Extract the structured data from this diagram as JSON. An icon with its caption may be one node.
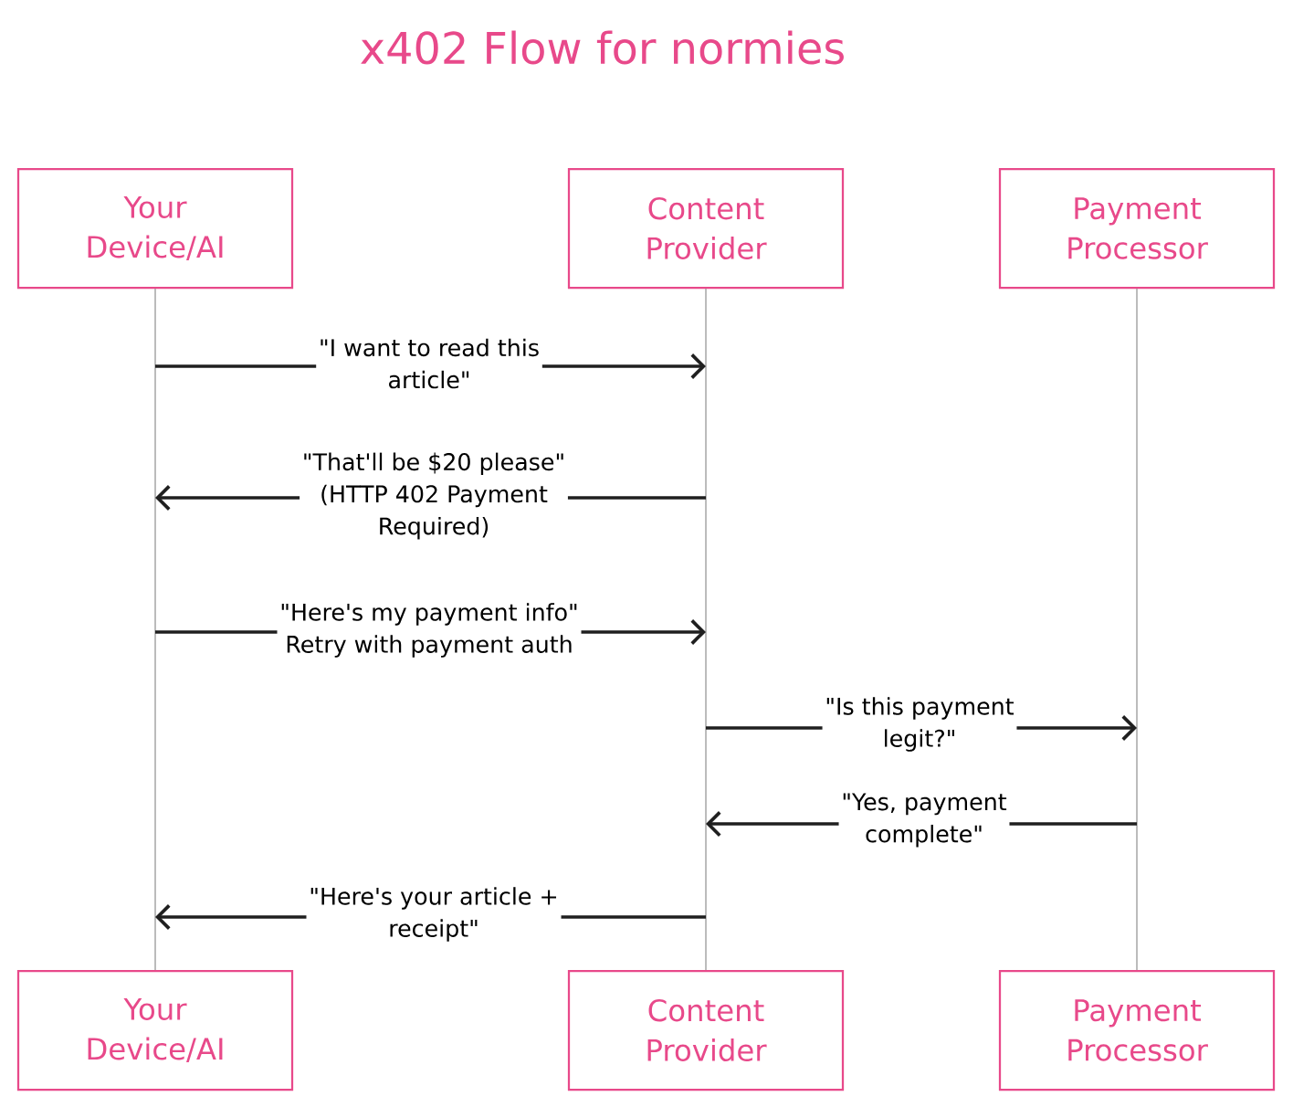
{
  "diagram": {
    "title": "x402 Flow for normies",
    "nodes": [
      {
        "text": [
          "Your Device/AI"
        ]
      },
      {
        "text": [
          "Content Provider"
        ]
      },
      {
        "text": [
          "Payment Processor"
        ]
      },
      {
        "text": [
          "Your Device/AI"
        ]
      },
      {
        "text": [
          "Content Provider"
        ]
      },
      {
        "text": [
          "Payment Processor"
        ]
      },
      {
        "text": [],
        "shape": "line"
      },
      {
        "text": [],
        "shape": "line"
      },
      {
        "text": [],
        "shape": "line"
      }
    ],
    "edges": [
      {
        "from": 6,
        "to": 7,
        "arrow": "to",
        "label": "\"I want to read this article\""
      },
      {
        "from": 7,
        "to": 6,
        "arrow": "to",
        "label": "\"That'll be $20 please\" (HTTP 402 Payment Required)"
      },
      {
        "from": 6,
        "to": 7,
        "arrow": "to",
        "label": "\"Here's my payment info\" Retry with payment auth"
      },
      {
        "from": 7,
        "to": 8,
        "arrow": "to",
        "label": "\"Is this payment legit?\""
      },
      {
        "from": 8,
        "to": 7,
        "arrow": "to",
        "label": "\"Yes, payment complete\""
      },
      {
        "from": 7,
        "to": 6,
        "arrow": "to",
        "label": "\"Here's your article + receipt\""
      }
    ]
  }
}
